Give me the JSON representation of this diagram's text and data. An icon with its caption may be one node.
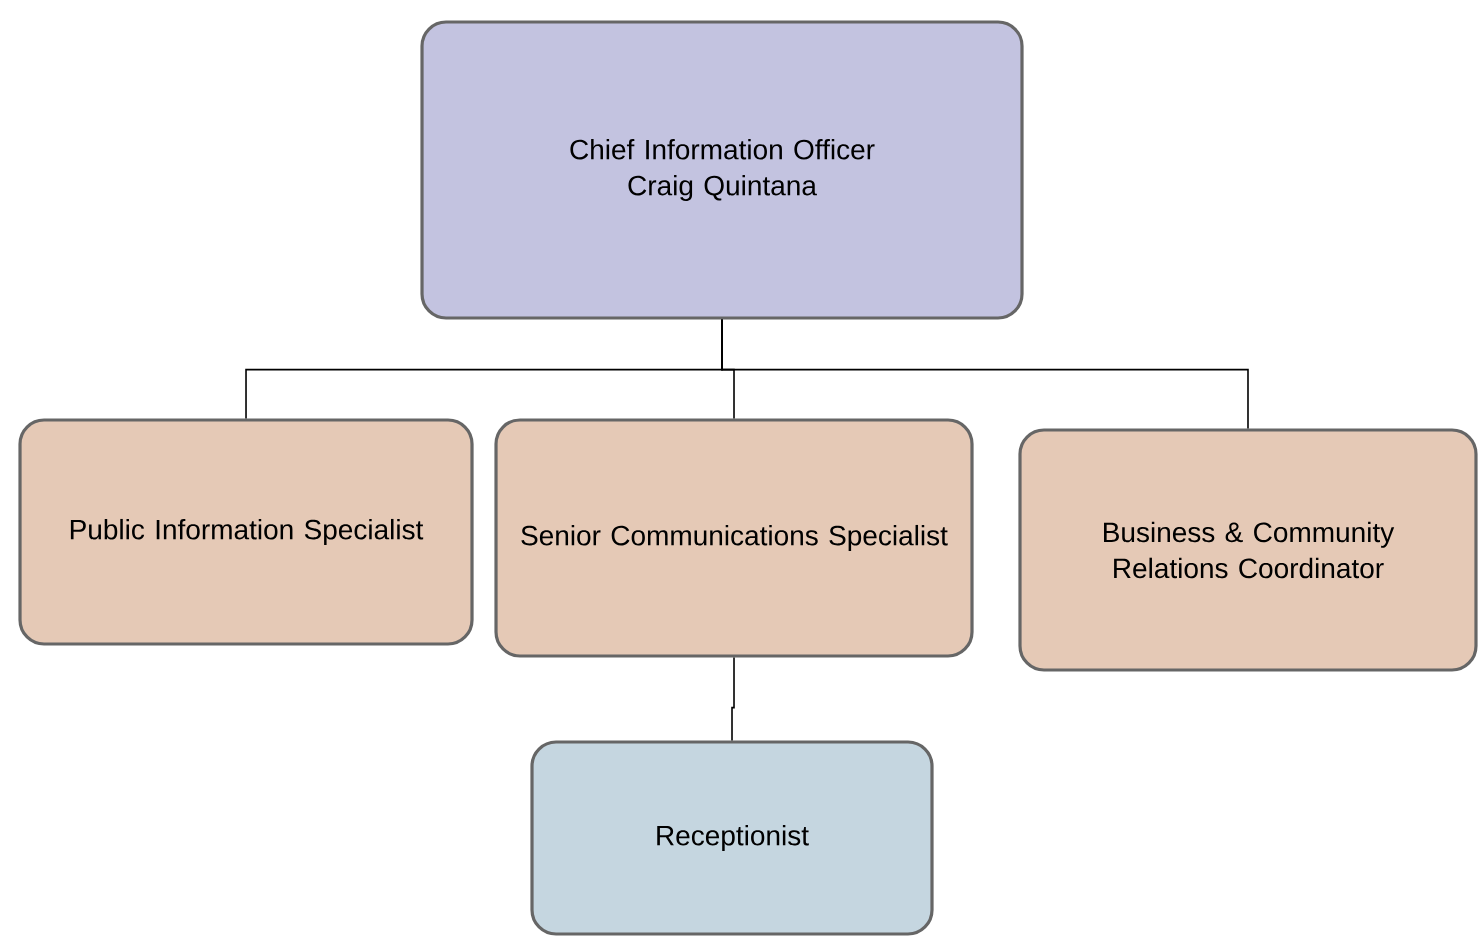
{
  "diagram": {
    "nodes": [
      {
        "text": [
          "Chief Information Officer",
          "Craig Quintana"
        ]
      },
      {
        "text": [
          "Public Information Specialist"
        ]
      },
      {
        "text": [
          "Senior Communications Specialist"
        ]
      },
      {
        "text": [
          "Business & Community Relations Coordinator"
        ]
      },
      {
        "text": [
          "Receptionist"
        ]
      }
    ],
    "edges": [
      {
        "from": 0,
        "to": 1,
        "arrow": "none"
      },
      {
        "from": 0,
        "to": 2,
        "arrow": "none"
      },
      {
        "from": 0,
        "to": 3,
        "arrow": "none"
      },
      {
        "from": 2,
        "to": 4,
        "arrow": "none"
      }
    ]
  }
}
